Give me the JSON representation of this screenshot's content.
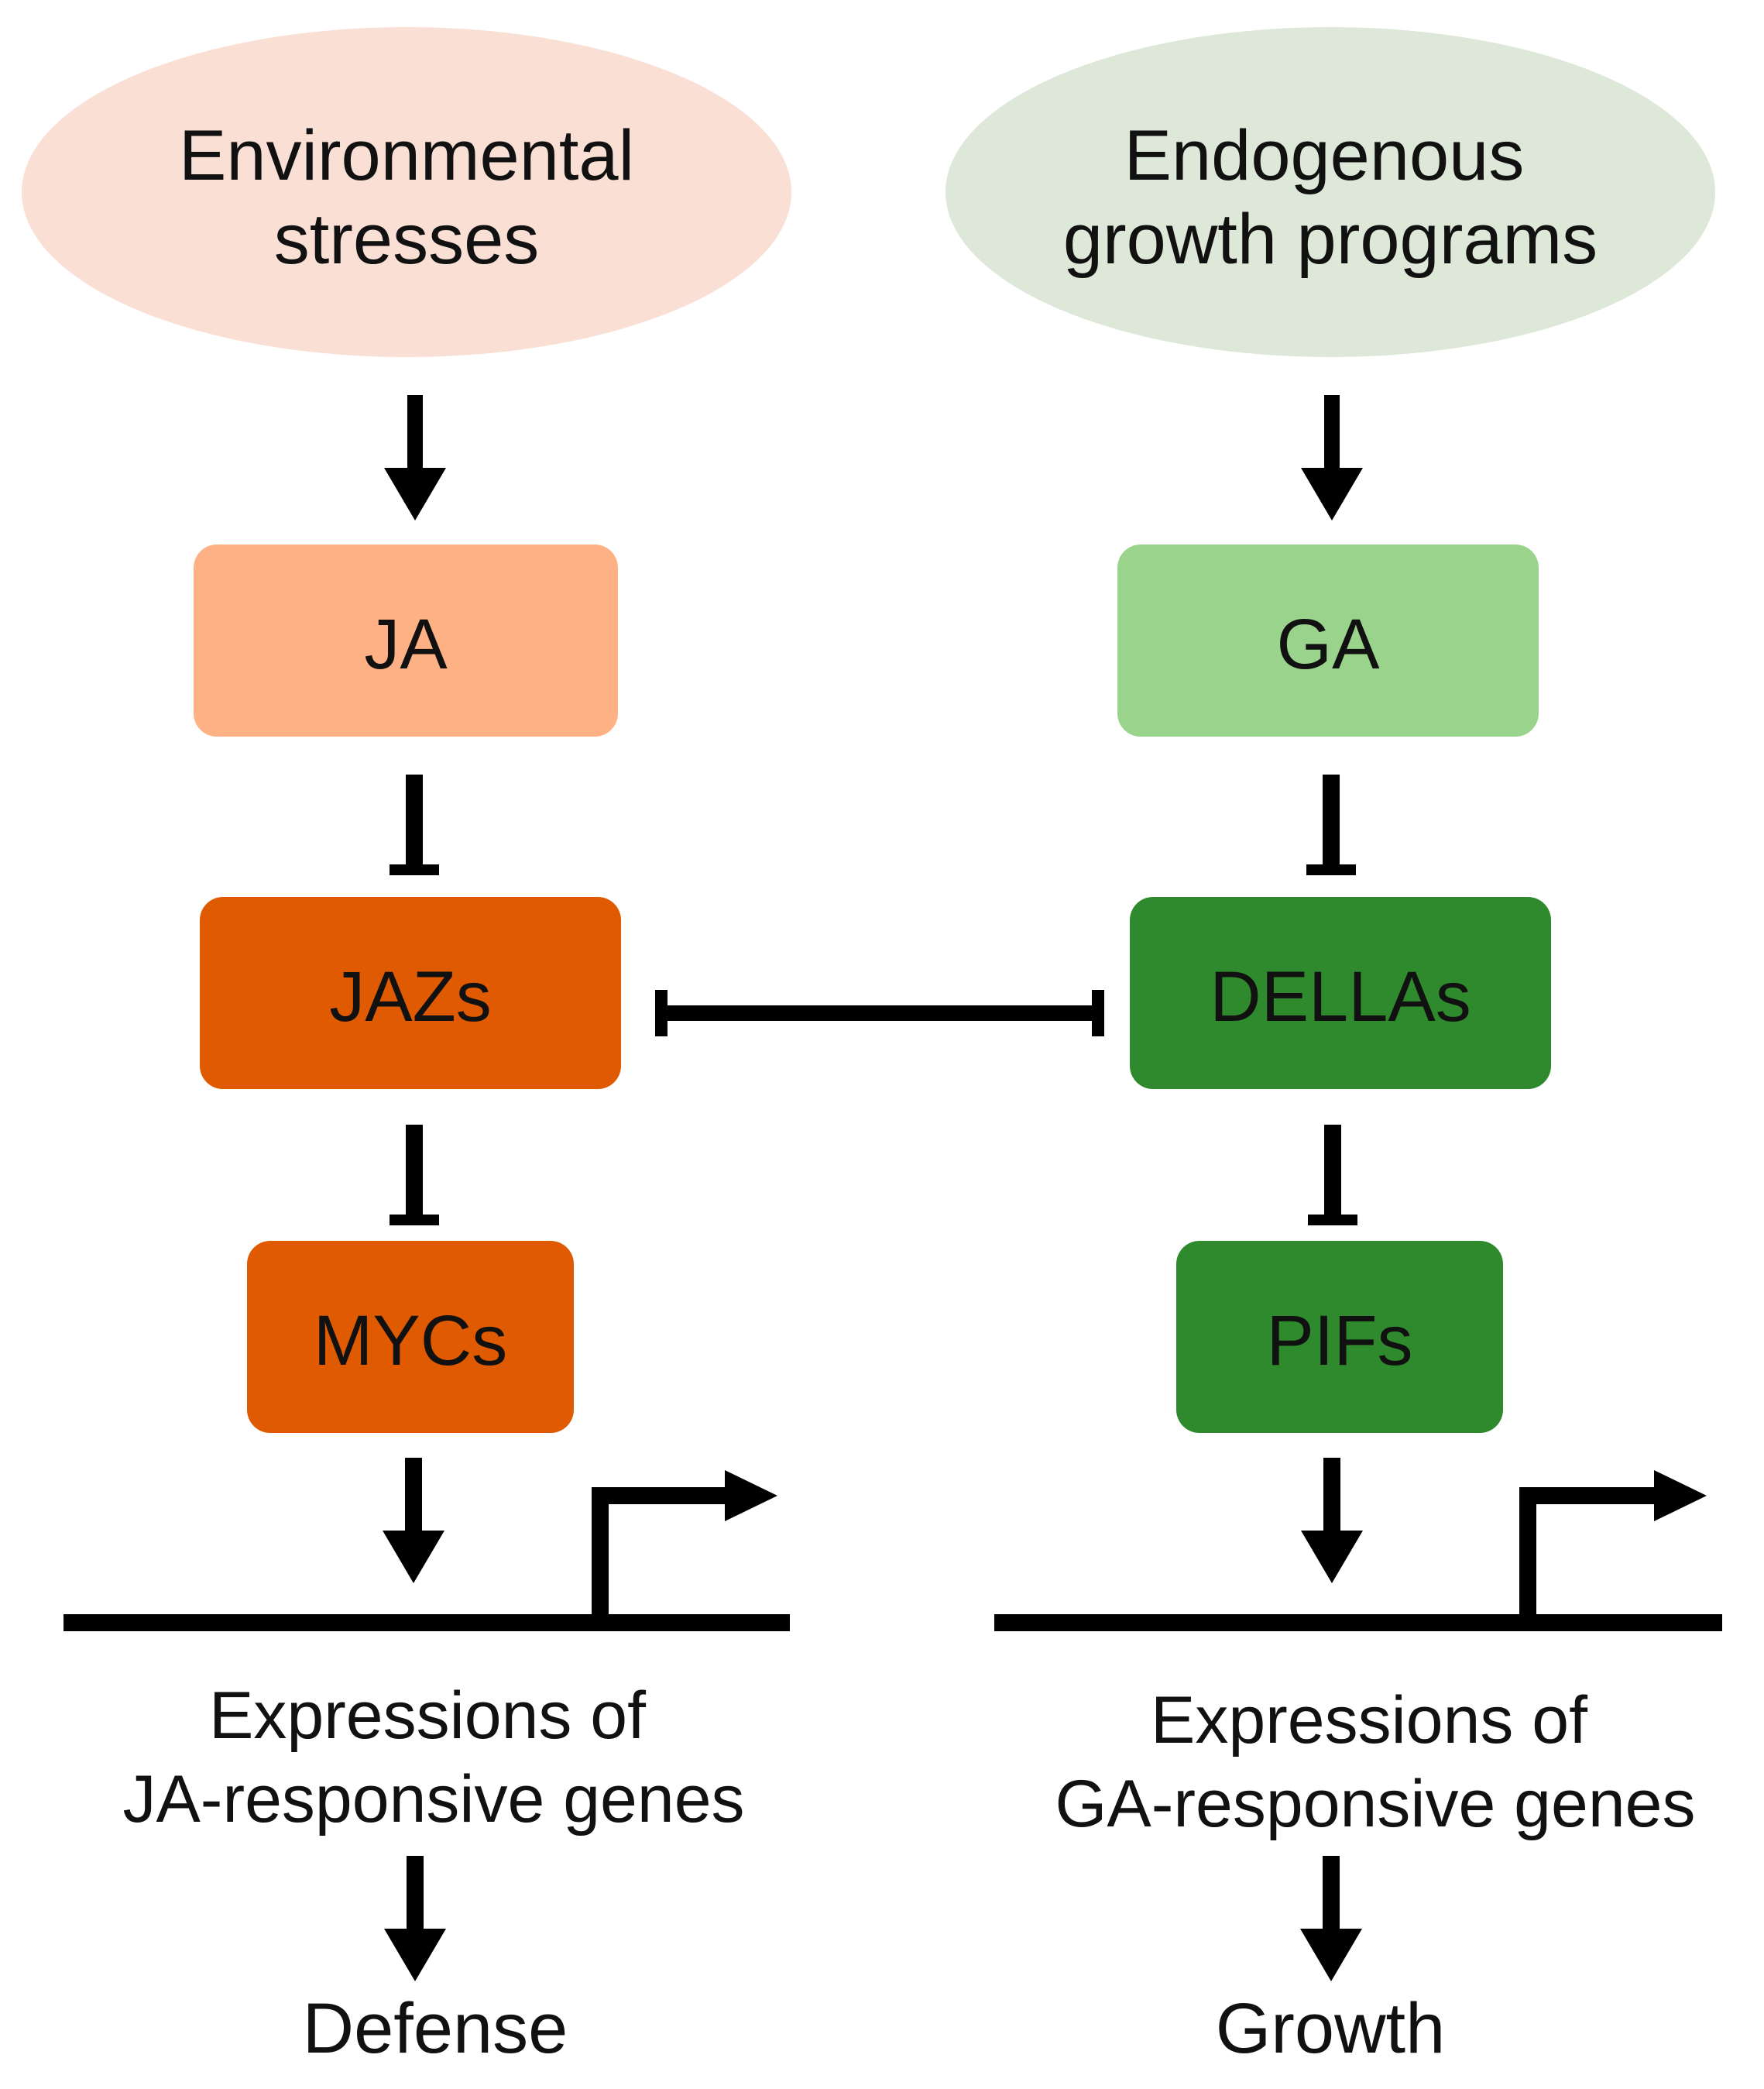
{
  "left_column": {
    "trigger_line1": "Environmental",
    "trigger_line2": "stresses",
    "hormone": "JA",
    "repressor": "JAZs",
    "factor": "MYCs",
    "output_line1": "Expressions of",
    "output_line2": "JA-responsive genes",
    "outcome": "Defense"
  },
  "right_column": {
    "trigger_line1": "Endogenous",
    "trigger_line2": "growth programs",
    "hormone": "GA",
    "repressor": "DELLAs",
    "factor": "PIFs",
    "output_line1": "Expressions of",
    "output_line2": "GA-responsive genes",
    "outcome": "Growth"
  },
  "colors": {
    "left_trigger_fill": "#f9dfd4",
    "right_trigger_fill": "#dde8d8",
    "ja_fill": "#fdb185",
    "jazs_fill": "#df5a00",
    "mycs_fill": "#df5a00",
    "ga_fill": "#9ad38b",
    "dellas_fill": "#2e8a2c",
    "pifs_fill": "#2e8a2c",
    "arrow": "#000000"
  },
  "relations": [
    {
      "from": "Environmental stresses",
      "to": "JA",
      "type": "activates"
    },
    {
      "from": "JA",
      "to": "JAZs",
      "type": "inhibits"
    },
    {
      "from": "JAZs",
      "to": "MYCs",
      "type": "inhibits"
    },
    {
      "from": "MYCs",
      "to": "JA-responsive genes",
      "type": "activates"
    },
    {
      "from": "Endogenous growth programs",
      "to": "GA",
      "type": "activates"
    },
    {
      "from": "GA",
      "to": "DELLAs",
      "type": "inhibits"
    },
    {
      "from": "DELLAs",
      "to": "PIFs",
      "type": "inhibits"
    },
    {
      "from": "PIFs",
      "to": "GA-responsive genes",
      "type": "activates"
    },
    {
      "from": "JAZs",
      "to": "DELLAs",
      "type": "mutual-inhibition"
    }
  ]
}
